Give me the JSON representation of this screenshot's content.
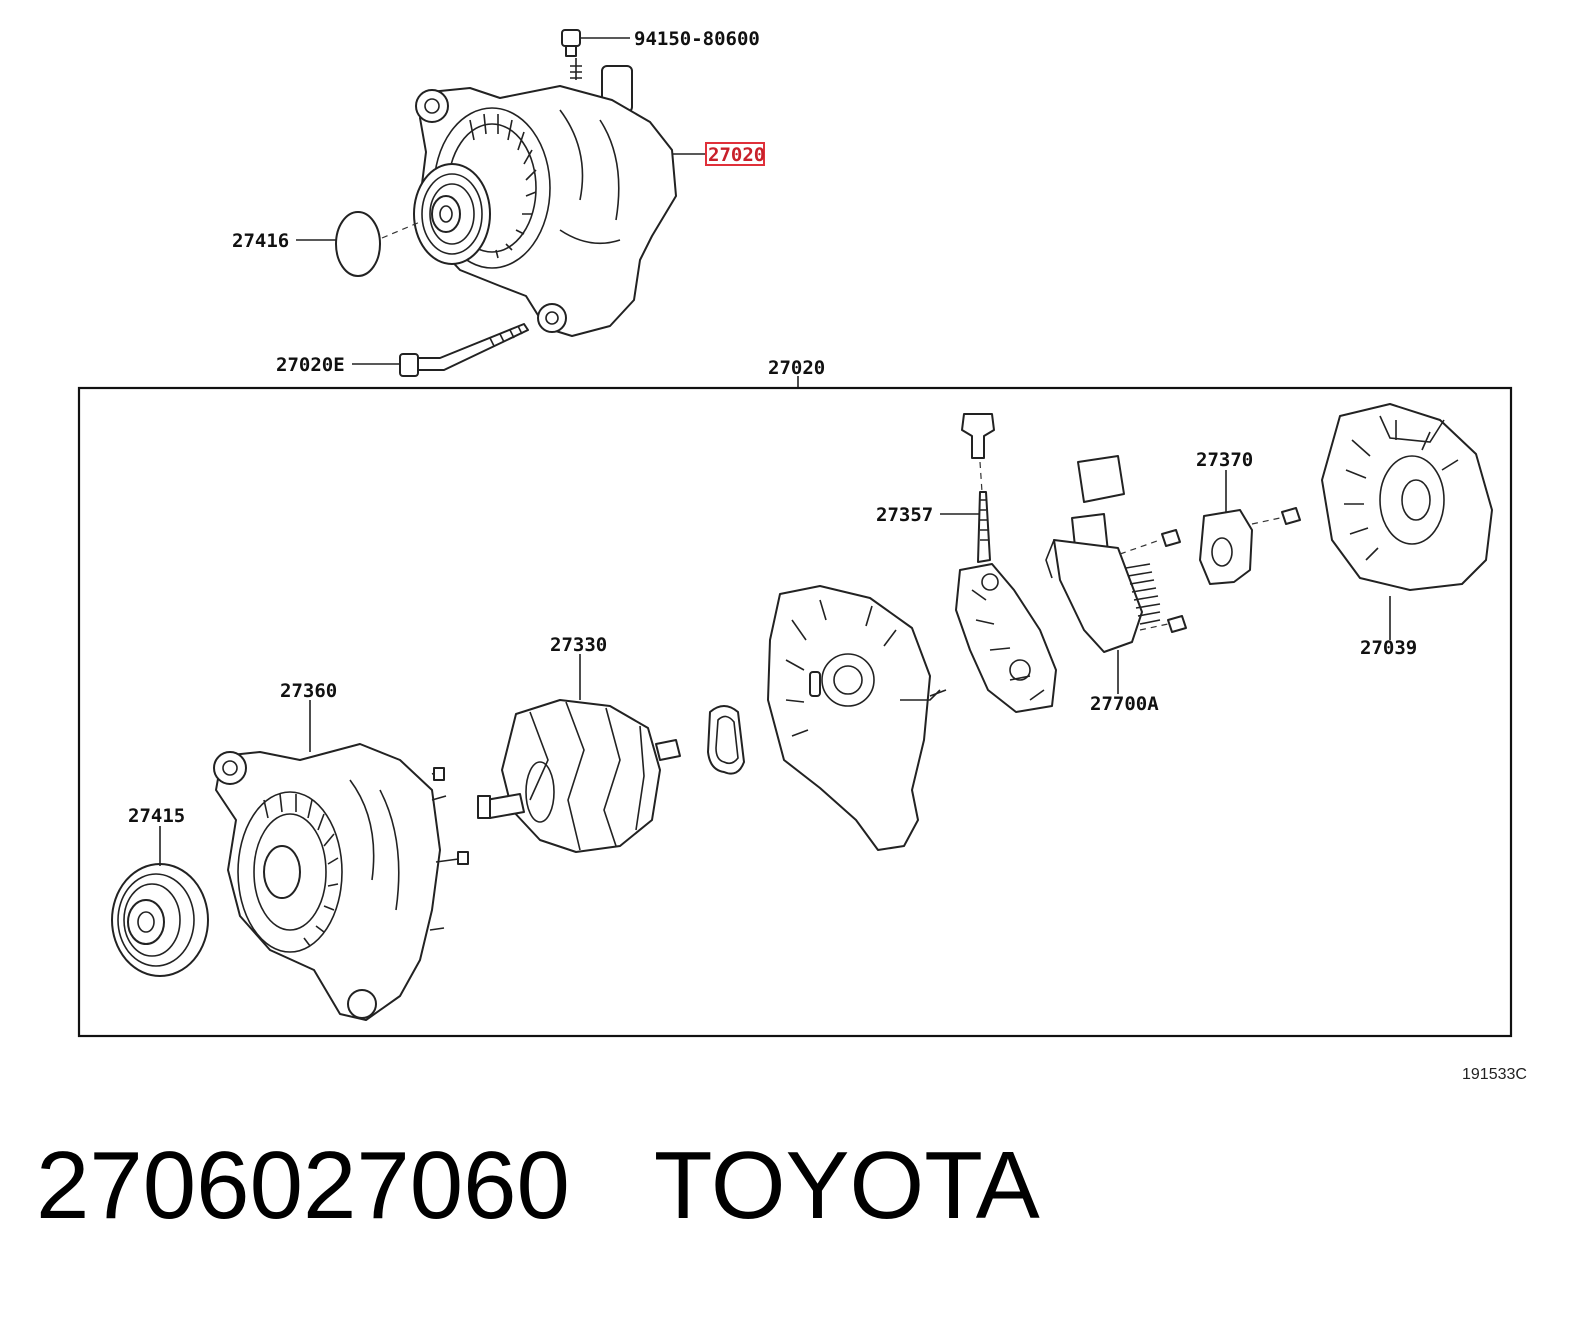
{
  "callouts": {
    "nut": "94150-80600",
    "alternator_top": "27020",
    "cover": "27416",
    "bolt": "27020E",
    "box": "27020",
    "brush_holder": "27357",
    "cap": "27370",
    "rear_cover": "27039",
    "rotor": "27330",
    "regulator": "27700A",
    "drive_frame": "27360",
    "pulley": "27415"
  },
  "figure_code": "191533C",
  "part_number": "2706027060",
  "brand": "TOYOTA",
  "highlight_color": "#e0303a"
}
